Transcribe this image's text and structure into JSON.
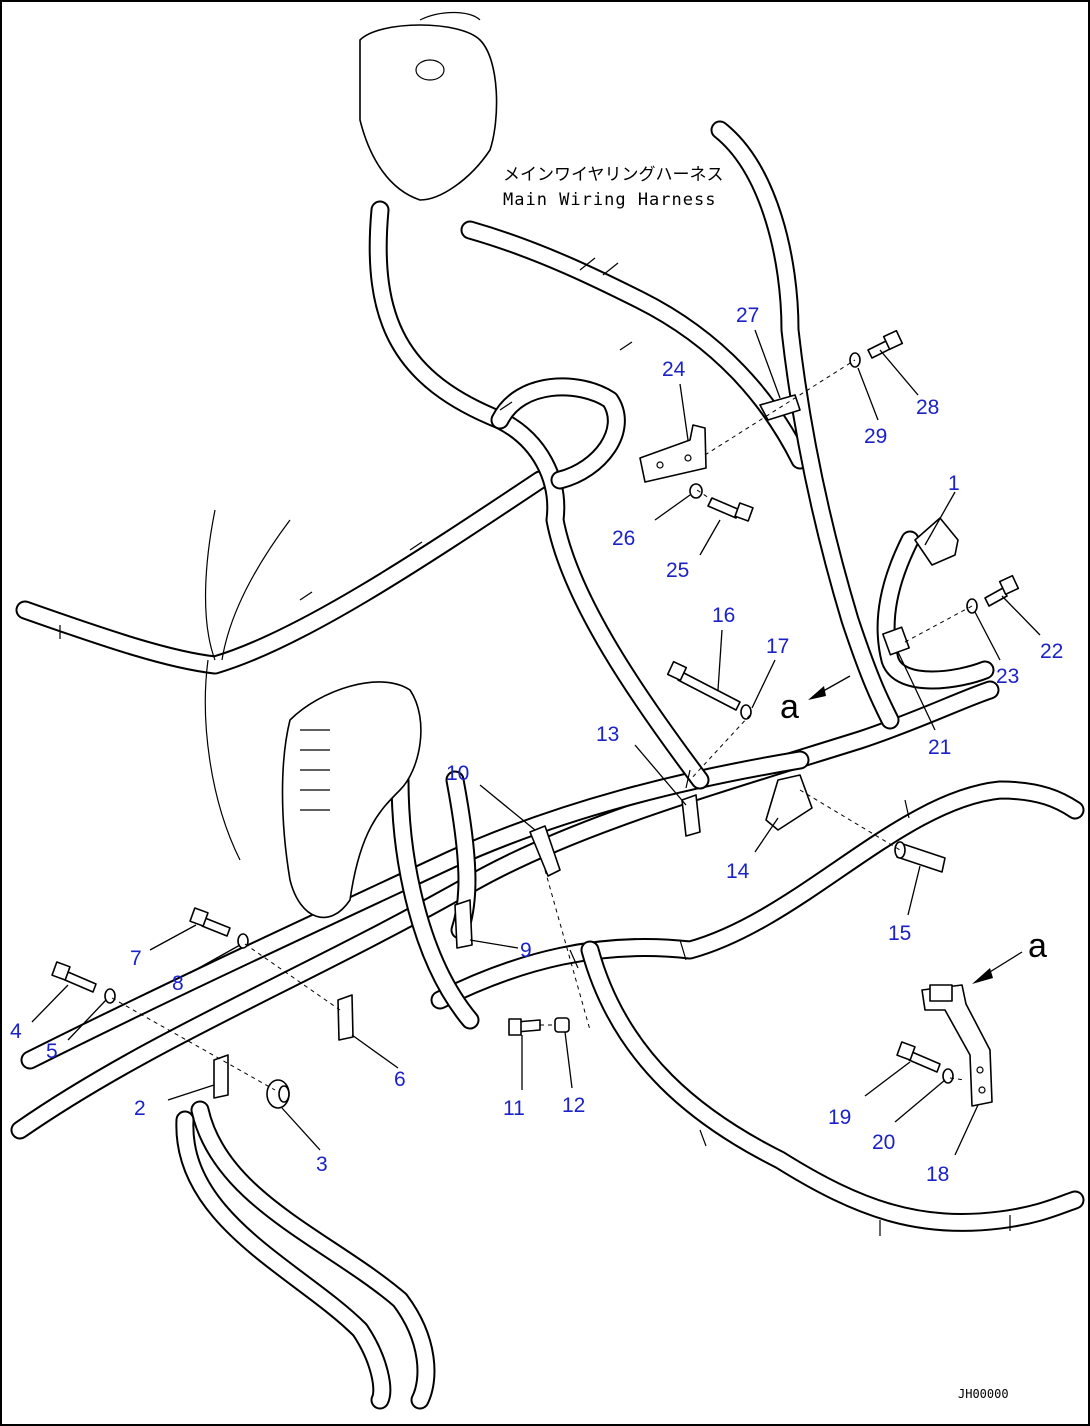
{
  "harness_label": {
    "jp": "メインワイヤリングハーネス",
    "en": "Main Wiring Harness"
  },
  "view_ref": "a",
  "drawing_code": "JH00000",
  "callouts": [
    "1",
    "2",
    "3",
    "4",
    "5",
    "6",
    "7",
    "8",
    "9",
    "10",
    "11",
    "12",
    "13",
    "14",
    "15",
    "16",
    "17",
    "18",
    "19",
    "20",
    "21",
    "22",
    "23",
    "24",
    "25",
    "26",
    "27",
    "28",
    "29"
  ],
  "colors": {
    "callout": "#1a22c8",
    "line": "#000000",
    "background": "#ffffff"
  }
}
